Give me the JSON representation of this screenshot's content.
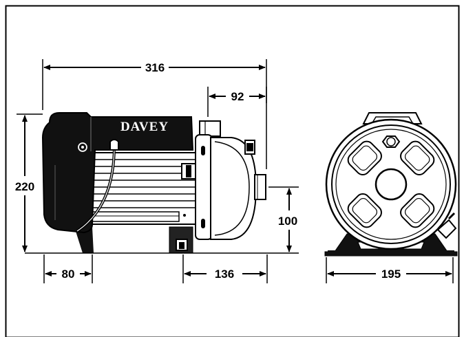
{
  "brand": "DAVEY",
  "dimensions": {
    "overall_length": "316",
    "inlet_offset": "92",
    "overall_height": "220",
    "outlet_height": "100",
    "foot_to_end": "80",
    "foot_to_front": "136",
    "overall_width": "195"
  }
}
